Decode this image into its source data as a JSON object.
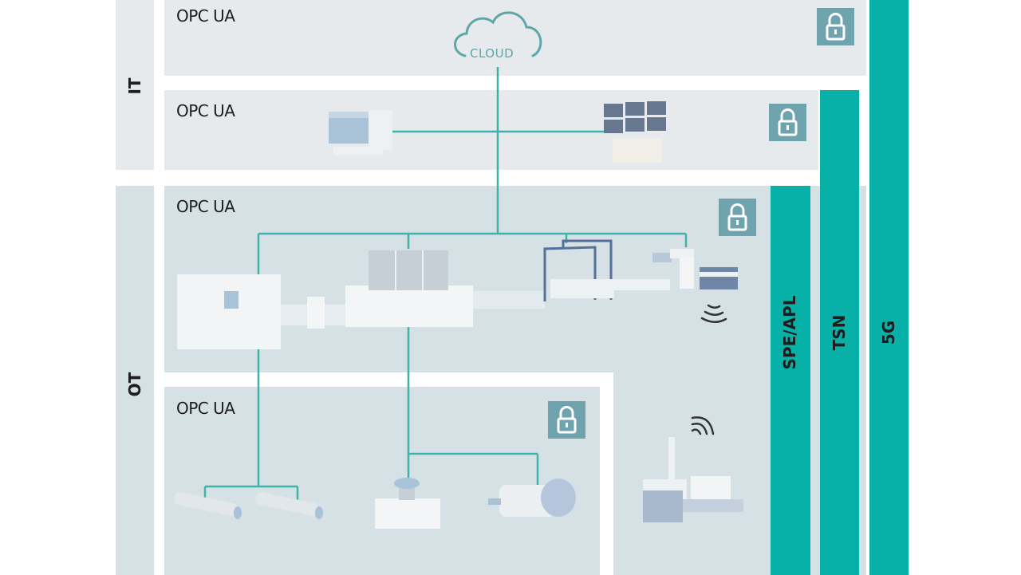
{
  "diagram": {
    "domains": [
      {
        "id": "it",
        "label": "IT"
      },
      {
        "id": "ot",
        "label": "OT"
      }
    ],
    "layers": [
      {
        "id": "cloud-layer",
        "protocol": "OPC UA",
        "secured": true
      },
      {
        "id": "it-layer",
        "protocol": "OPC UA",
        "secured": true
      },
      {
        "id": "production-layer",
        "protocol": "OPC UA",
        "secured": true
      },
      {
        "id": "field-layer",
        "protocol": "OPC UA",
        "secured": true
      }
    ],
    "cloud": {
      "label": "CLOUD"
    },
    "networks": [
      {
        "id": "spe-apl",
        "label": "SPE/APL"
      },
      {
        "id": "tsn",
        "label": "TSN"
      },
      {
        "id": "5g",
        "label": "5G"
      }
    ],
    "devices": {
      "it": [
        "workstation",
        "control-room-monitors"
      ],
      "production": [
        "machine-tool",
        "assembly-cell",
        "gantry-handling",
        "robot-arm-palletizer"
      ],
      "field": [
        "sensor-1",
        "sensor-2",
        "emergency-stop-button",
        "electric-motor"
      ],
      "mobile": [
        "agv-robot"
      ]
    },
    "colors": {
      "teal": "#08b1a7",
      "line": "#3fb3aa",
      "it_panel": "#e6eaed",
      "ot_panel": "#d6e1e6",
      "lock": "#6fa3ad"
    }
  }
}
